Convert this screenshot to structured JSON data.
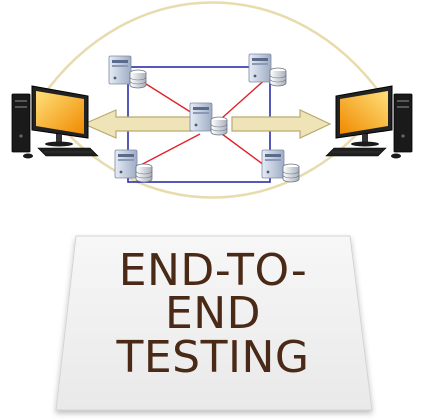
{
  "caption": {
    "line1": "END-TO-",
    "line2": "END",
    "line3": "TESTING"
  },
  "colors": {
    "lens_outline": "#e8dcae",
    "network_square": "#2b2fa8",
    "network_diagonal": "#e0242a",
    "arrow_fill": "#efe4b8",
    "arrow_stroke": "#b8aa70",
    "monitor_screen_top": "#ffd86a",
    "monitor_screen_bottom": "#f08a00",
    "server_body": "#c9d3e4",
    "card_fill": "#f3f3f3",
    "text": "#4a2a17"
  },
  "icons": {
    "left_computer": "desktop-computer-icon",
    "right_computer": "desktop-computer-icon",
    "servers": "server-database-icon"
  }
}
